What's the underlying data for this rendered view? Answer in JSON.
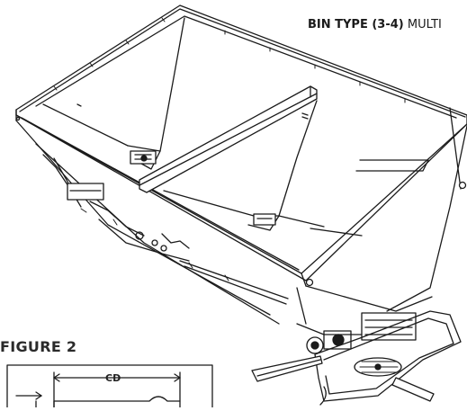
{
  "header": {
    "bin_type_bold": "BIN TYPE (3-4)",
    "bin_type_rest": " MULTI"
  },
  "figure": {
    "title": "FIGURE 2",
    "dimension_label": "CD"
  }
}
